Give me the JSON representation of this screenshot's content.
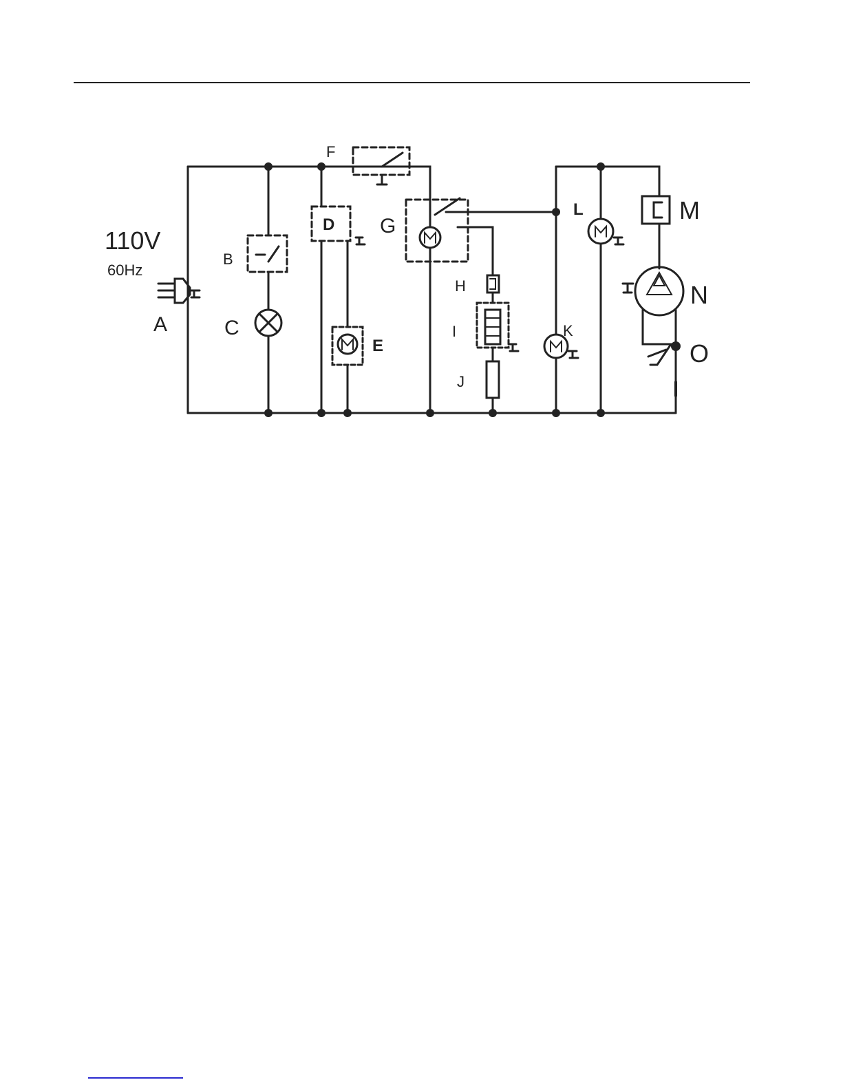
{
  "supply": {
    "voltage": "110V",
    "frequency": "60Hz"
  },
  "labels": {
    "A": "A",
    "B": "B",
    "C": "C",
    "D": "D",
    "E": "E",
    "F": "F",
    "G": "G",
    "H": "H",
    "I": "I",
    "J": "J",
    "K": "K",
    "L": "L",
    "M": "M",
    "N": "N",
    "O": "O"
  },
  "colors": {
    "line": "#222222",
    "background": "#ffffff",
    "footer_rule": "#2a2ad0"
  }
}
